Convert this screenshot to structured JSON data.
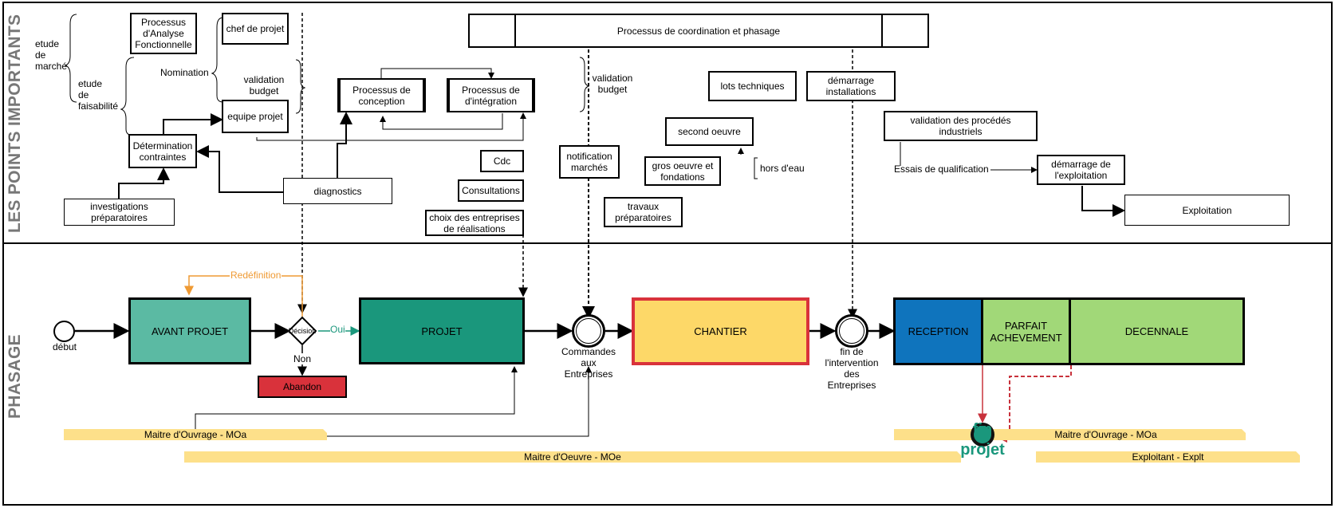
{
  "swimlanes": {
    "top_title": "LES POINTS IMPORTANTS",
    "bottom_title": "PHASAGE"
  },
  "top": {
    "etude_marche": "etude\nde\nmarché",
    "etude_faisabilite": "etude\nde\nfaisabilité",
    "processus_analyse": "Processus\nd'Analyse\nFonctionnelle",
    "chef_projet": "chef de projet",
    "nomination": "Nomination",
    "validation_budget_1": "validation\nbudget",
    "equipe_projet": "equipe projet",
    "determination": "Détermination\ncontraintes",
    "investigations": "investigations\npréparatoires",
    "diagnostics": "diagnostics",
    "processus_conception": "Processus de\nconception",
    "processus_integration": "Processus de\nd'intégration",
    "processus_coordination": "Processus de coordination et phasage",
    "cdc": "Cdc",
    "consultations": "Consultations",
    "choix_entreprises": "choix des entreprises\nde  réalisations",
    "validation_budget_2": "validation\nbudget",
    "notification": "notification\nmarchés",
    "lots_techniques": "lots techniques",
    "demarrage_installations": "démarrage\ninstallations",
    "second_oeuvre": "second oeuvre",
    "gros_oeuvre": "gros oeuvre et\nfondations",
    "hors_eau": "hors d'eau",
    "travaux_preparatoires": "travaux\npréparatoires",
    "validation_procedes": "validation des procédés\nindustriels",
    "essais_qualification": "Essais de qualification",
    "demarrage_exploitation": "démarrage de\nl'exploitation",
    "exploitation": "Exploitation"
  },
  "bottom": {
    "debut": "début",
    "avant_projet": "AVANT PROJET",
    "redefinition": "Redéfinition",
    "decision": "Décision",
    "oui": "Oui",
    "non": "Non",
    "abandon": "Abandon",
    "projet": "PROJET",
    "commandes": "Commandes\naux\nEntreprises",
    "chantier": "CHANTIER",
    "fin_intervention": "fin de\nl'intervention\ndes\nEntreprises",
    "reception": "RECEPTION",
    "parfait": "PARFAIT\nACHEVEMENT",
    "decennale": "DECENNALE",
    "fin_projet": "fin\nprojet",
    "moa_1": "Maitre d'Ouvrage - MOa",
    "moe": "Maitre d'Oeuvre - MOe",
    "moa_2": "Maitre d'Ouvrage - MOa",
    "exploitant": "Exploitant - Explt"
  },
  "colors": {
    "avant_projet": "#5bbaa3",
    "projet": "#1a977c",
    "chantier": "#fdd868",
    "chantier_border": "#d9323b",
    "reception": "#0f74bd",
    "parfait": "#a1d878",
    "decennale": "#a1d878",
    "abandon": "#d9323b",
    "lane_bar": "#fde08a",
    "redefinition": "#ef9a33",
    "oui": "#1a977c",
    "fin_projet": "#1a977c",
    "fin_arrow": "#c8323c"
  }
}
